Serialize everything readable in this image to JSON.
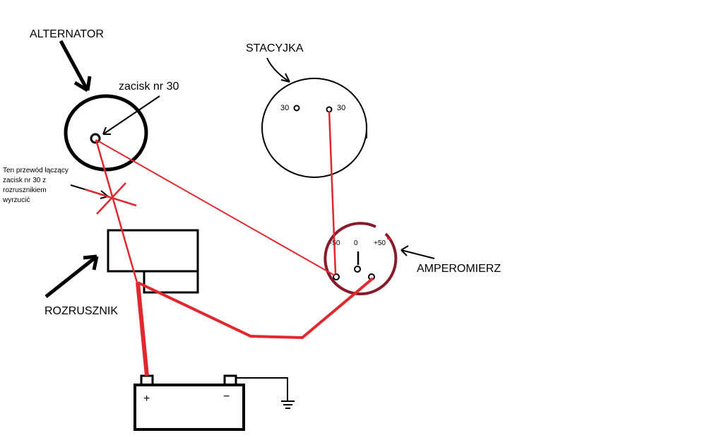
{
  "labels": {
    "alternator": "ALTERNATOR",
    "terminal_30": "zacisk nr 30",
    "ignition": "STACYJKA",
    "ignition_left_terminal": "30",
    "ignition_right_terminal": "30",
    "note_line1": "Ten przewód łączący",
    "note_line2": "zacisk nr 30 z",
    "note_line3": "rozrusznikiem",
    "note_line4": "wyrzucić",
    "ammeter": "AMPEROMIERZ",
    "ammeter_scale_min": "-50",
    "ammeter_scale_zero": "0",
    "ammeter_scale_max": "+50",
    "starter": "ROZRUSZNIK",
    "battery_plus": "+",
    "battery_minus": "−"
  },
  "colors": {
    "wire": "#e0282e",
    "ammeter_ring": "#8b1a2a",
    "outline": "#000000"
  }
}
